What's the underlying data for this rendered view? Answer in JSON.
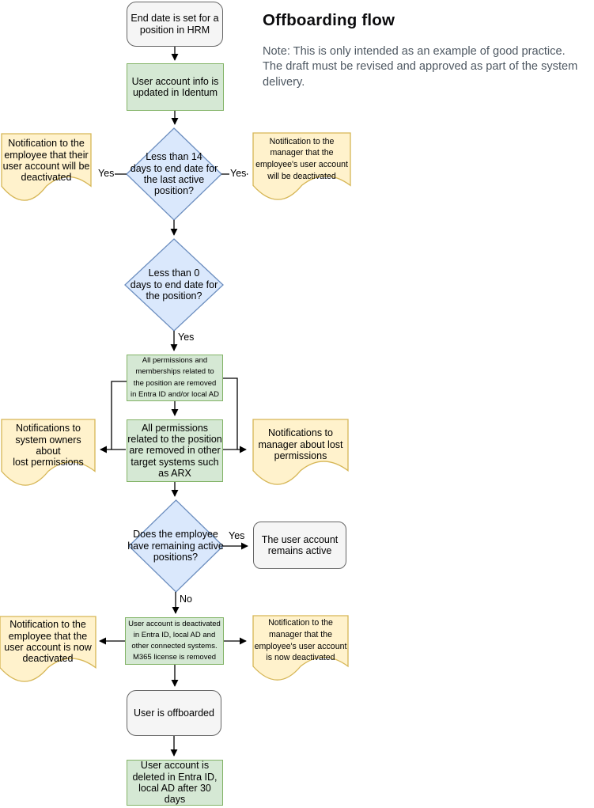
{
  "header": {
    "title": "Offboarding flow",
    "note": "Note: This is only intended as an example of good practice. The draft must be revised and approved as part of the system delivery."
  },
  "labels": {
    "yes": "Yes",
    "no": "No"
  },
  "nodes": {
    "start": "End date is set for a\nposition in HRM",
    "identum": "User account info is\nupdated in Identum",
    "d14": "Less than 14\ndays to end date for\nthe last active\nposition?",
    "note_emp_will": "Notification to the\nemployee that their\nuser account will be\ndeactivated",
    "note_mgr_will": "Notification to the\nmanager that the\nemployee's user account\nwill be deactivated",
    "d0": "Less than 0\ndays to end date for\nthe position?",
    "perm_ad": "All permissions and\nmemberships related to\nthe position are removed\nin Entra ID and/or local AD",
    "perm_other": "All permissions\nrelated to the position\nare removed in other\ntarget systems such\nas ARX",
    "note_sysowners": "Notifications to\nsystem owners about\nlost permissions",
    "note_mgr_lost": "Notifications to\nmanager about lost\npermissions",
    "d_remaining": "Does the employee\nhave remaining active\npositions?",
    "remains_active": "The user account\nremains active",
    "deactivated": "User account is deactivated\nin Entra ID, local AD and\nother connected systems.\nM365 license is removed",
    "note_emp_now": "Notification to the\nemployee that the\nuser account is now\ndeactivated",
    "note_mgr_now": "Notification to the\nmanager that the\nemployee's user account\nis now deactivated",
    "offboarded": "User is offboarded",
    "deleted": "User account is\ndeleted in Entra ID,\nlocal AD after 30 days"
  },
  "colors": {
    "process_fill": "#d5e8d4",
    "process_border": "#82b366",
    "decision_fill": "#dae8fc",
    "decision_border": "#6c8ebf",
    "terminal_fill": "#f5f5f5",
    "terminal_border": "#666666",
    "note_fill": "#fff2cc",
    "note_border": "#d6b656",
    "line": "#000000",
    "note_text": "#4e5862"
  }
}
